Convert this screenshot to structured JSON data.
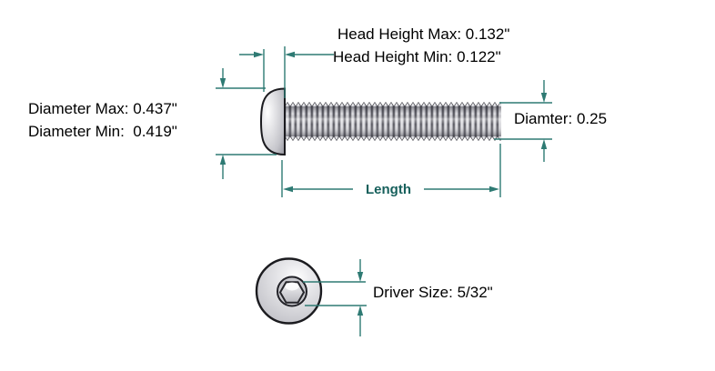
{
  "figure": {
    "annotations": {
      "head_height_max": "Head Height Max: 0.132\"",
      "head_height_min": "Head Height Min: 0.122\"",
      "diameter_max": "Diameter Max: 0.437\"",
      "diameter_min": "Diameter Min:  0.419\"",
      "shaft_diameter": "Diamter: 0.25",
      "length_label": "Length",
      "driver_size": "Driver Size: 5/32\""
    },
    "values": {
      "head_height_max_in": 0.132,
      "head_height_min_in": 0.122,
      "head_diameter_max_in": 0.437,
      "head_diameter_min_in": 0.419,
      "thread_diameter_in": 0.25,
      "driver_size": "5/32\""
    },
    "colors": {
      "dimension_line": "#2e7a73",
      "length_text": "#17605c",
      "label_text": "#000000",
      "background": "#ffffff"
    }
  }
}
